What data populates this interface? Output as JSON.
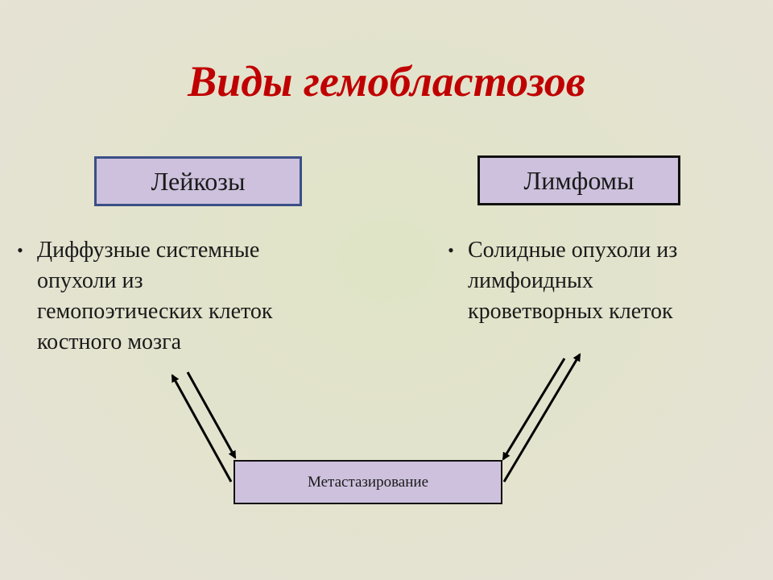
{
  "slide": {
    "title": "Виды гемобластозов",
    "left_box": {
      "label": "Лейкозы"
    },
    "right_box": {
      "label": "Лимфомы"
    },
    "left_bullet": {
      "marker": "•",
      "text": "Диффузные системные\nопухоли из\nгемопоэтических клеток\nкостного мозга"
    },
    "right_bullet": {
      "marker": "•",
      "text": "Солидные опухоли из\nлимфоидных\nкроветворных клеток"
    },
    "bottom_box": {
      "label": "Метастазирование"
    }
  },
  "colors": {
    "title": "#c00000",
    "box_fill": "#cdc1dd",
    "left_box_border": "#3b4f86",
    "other_border": "#111111"
  }
}
